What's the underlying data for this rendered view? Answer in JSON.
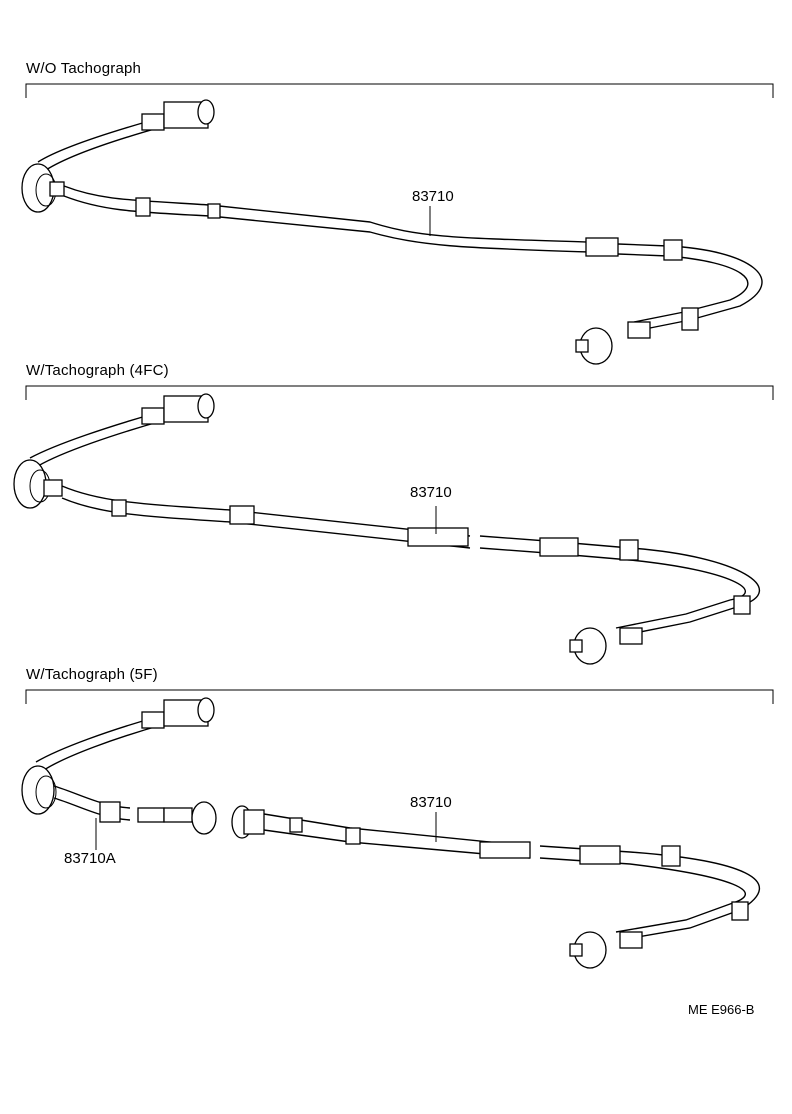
{
  "sections": [
    {
      "heading": "W/O Tachograph",
      "part_label": "83710"
    },
    {
      "heading": "W/Tachograph (4FC)",
      "part_label": "83710"
    },
    {
      "heading": "W/Tachograph (5F)",
      "part_label": "83710",
      "sub_part_label": "83710A"
    }
  ],
  "drawing_code": "ME E966-B"
}
